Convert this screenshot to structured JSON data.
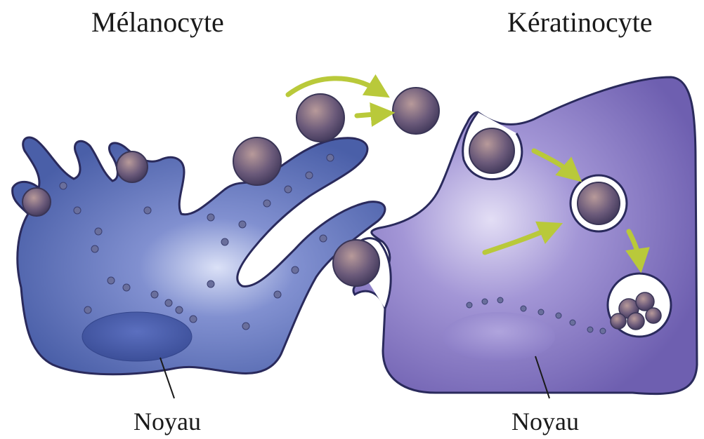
{
  "labels": {
    "melanocyte": "Mélanocyte",
    "keratinocyte": "Kératinocyte",
    "nucleus_left": "Noyau",
    "nucleus_right": "Noyau"
  },
  "colors": {
    "melanocyte_fill": "#4a5fa8",
    "melanocyte_highlight": "#c9d2f0",
    "keratinocyte_fill": "#7b6cb8",
    "keratinocyte_highlight": "#d6d0ef",
    "outline": "#2a2a5c",
    "melanosome": "#6a5a78",
    "arrow": "#b9c93a"
  },
  "icons": {
    "arrow": "transfer-arrow-icon",
    "melanosome": "melanosome-icon"
  }
}
